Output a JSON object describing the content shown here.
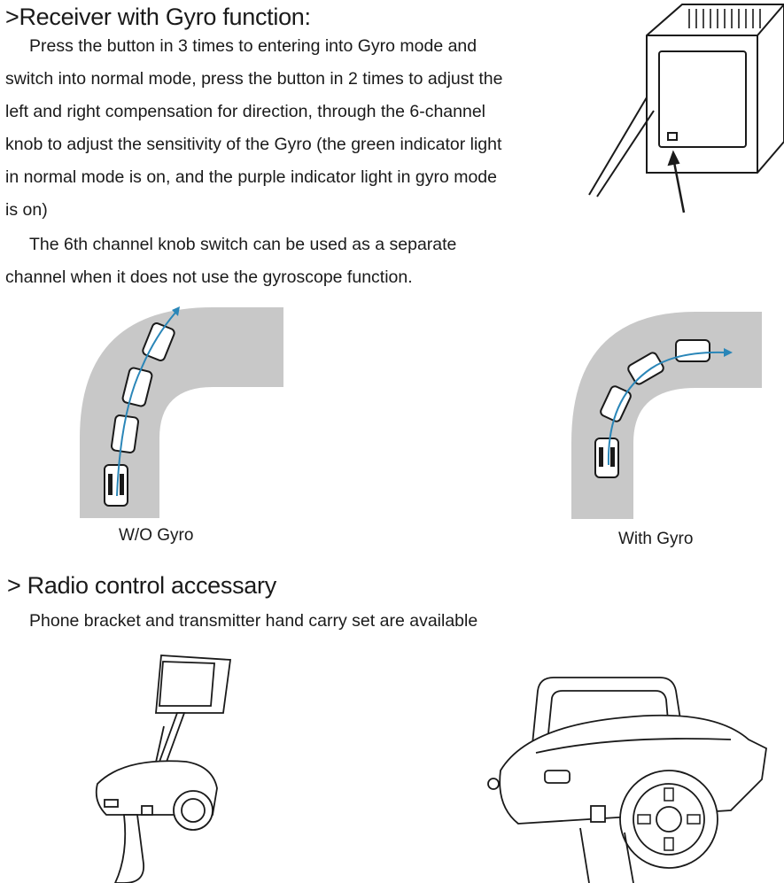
{
  "section1": {
    "heading": ">Receiver with Gyro function:",
    "para1_lines": [
      "Press the button in 3 times to entering into Gyro mode and",
      "switch into normal mode, press the button in 2 times to adjust the",
      "left and right compensation for direction, through the 6-channel",
      "knob to adjust the sensitivity of the Gyro (the green indicator light",
      "in normal mode is on, and the purple indicator light in gyro mode",
      "is on)"
    ],
    "para2_lines": [
      "The 6th channel knob switch can be used as a separate",
      "channel when it does not use the gyroscope function."
    ],
    "figures": {
      "left_caption": "W/O Gyro",
      "right_caption": "With Gyro"
    }
  },
  "section2": {
    "heading": "> Radio control accessary",
    "text": "Phone bracket and transmitter hand carry set  are available"
  },
  "colors": {
    "road": "#c8c8c8",
    "arrow": "#2a86b8",
    "ink": "#1a1a1a"
  }
}
